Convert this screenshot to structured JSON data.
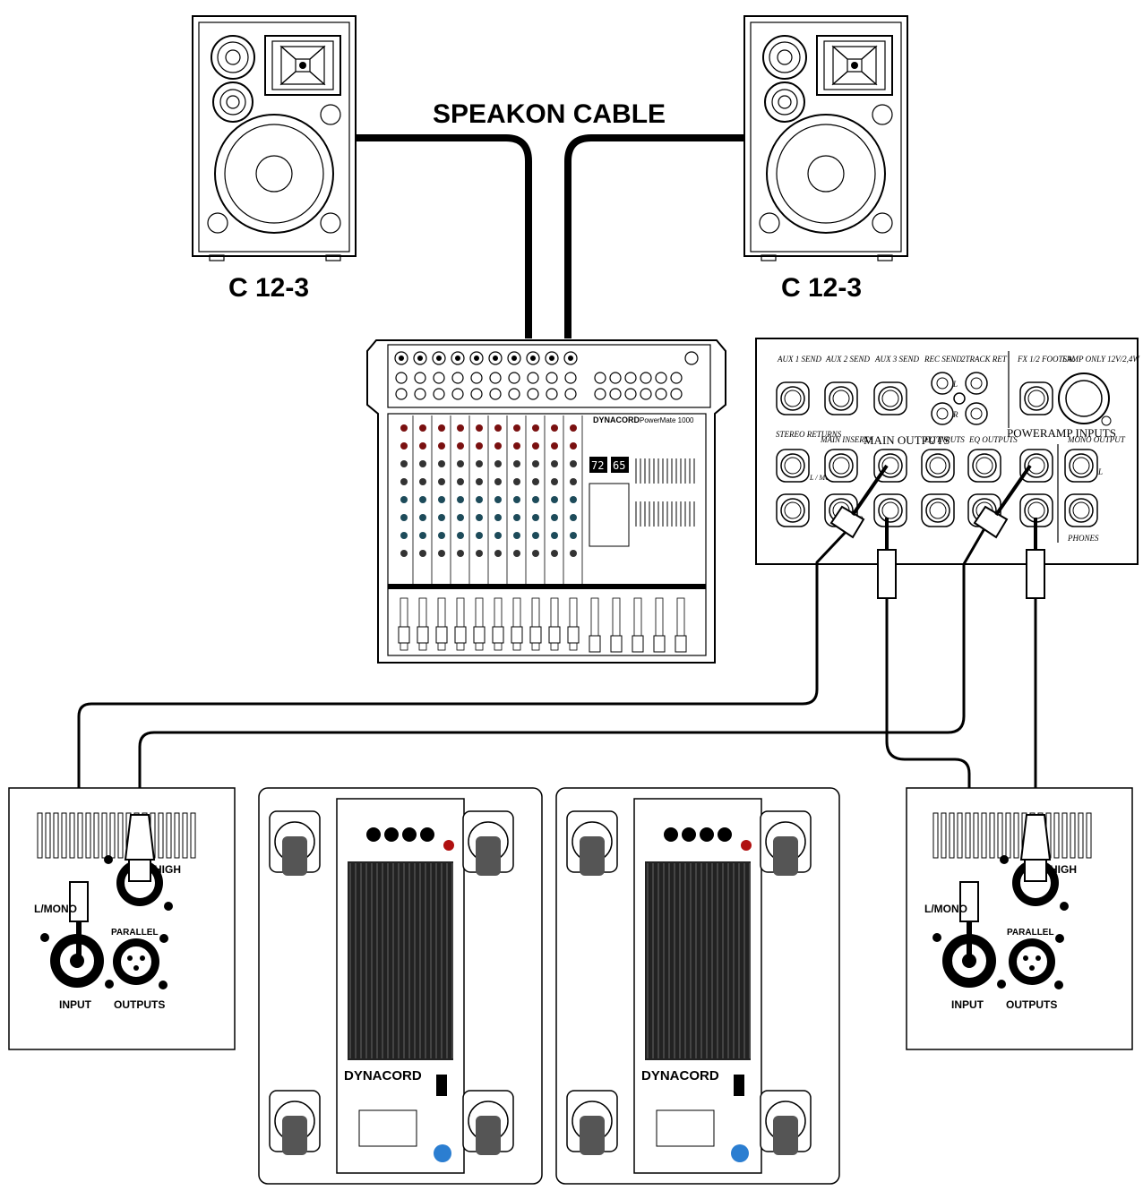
{
  "diagram": {
    "speakon_cable_label": "SPEAKON CABLE",
    "speaker_left_label": "C 12-3",
    "speaker_right_label": "C 12-3",
    "mixer": {
      "brand": "DYNACORD",
      "model": "PowerMate 1000",
      "display_left": "72",
      "display_right": "65"
    },
    "rear_panel": {
      "aux1": "AUX 1 SEND",
      "aux2": "AUX 2 SEND",
      "aux3": "AUX 3 SEND",
      "rec_send": "REC SEND",
      "track_ret": "2TRACK RET",
      "fx": "FX 1/2 FOOTSW.",
      "lamp": "LAMP ONLY 12V/2,4W",
      "stereo_returns": "STEREO RETURNS",
      "main_inserts": "MAIN INSERTS",
      "main_outputs": "MAIN OUTPUTS",
      "eq_inputs": "EQ INPUTS",
      "eq_outputs": "EQ OUTPUTS",
      "poweramp_inputs": "POWERAMP INPUTS",
      "mono_output": "MONO OUTPUT",
      "phones": "PHONES",
      "l_mono": "L / MONO",
      "l": "L",
      "r": "R"
    },
    "left_module": {
      "l_mono": "L/MONO",
      "high": "HIGH",
      "parallel": "PARALLEL",
      "input": "INPUT",
      "outputs": "OUTPUTS"
    },
    "right_module": {
      "l_mono": "L/MONO",
      "high": "HIGH",
      "parallel": "PARALLEL",
      "input": "INPUT",
      "outputs": "OUTPUTS"
    },
    "sub_left": {
      "brand": "DYNACORD"
    },
    "sub_right": {
      "brand": "DYNACORD"
    }
  }
}
